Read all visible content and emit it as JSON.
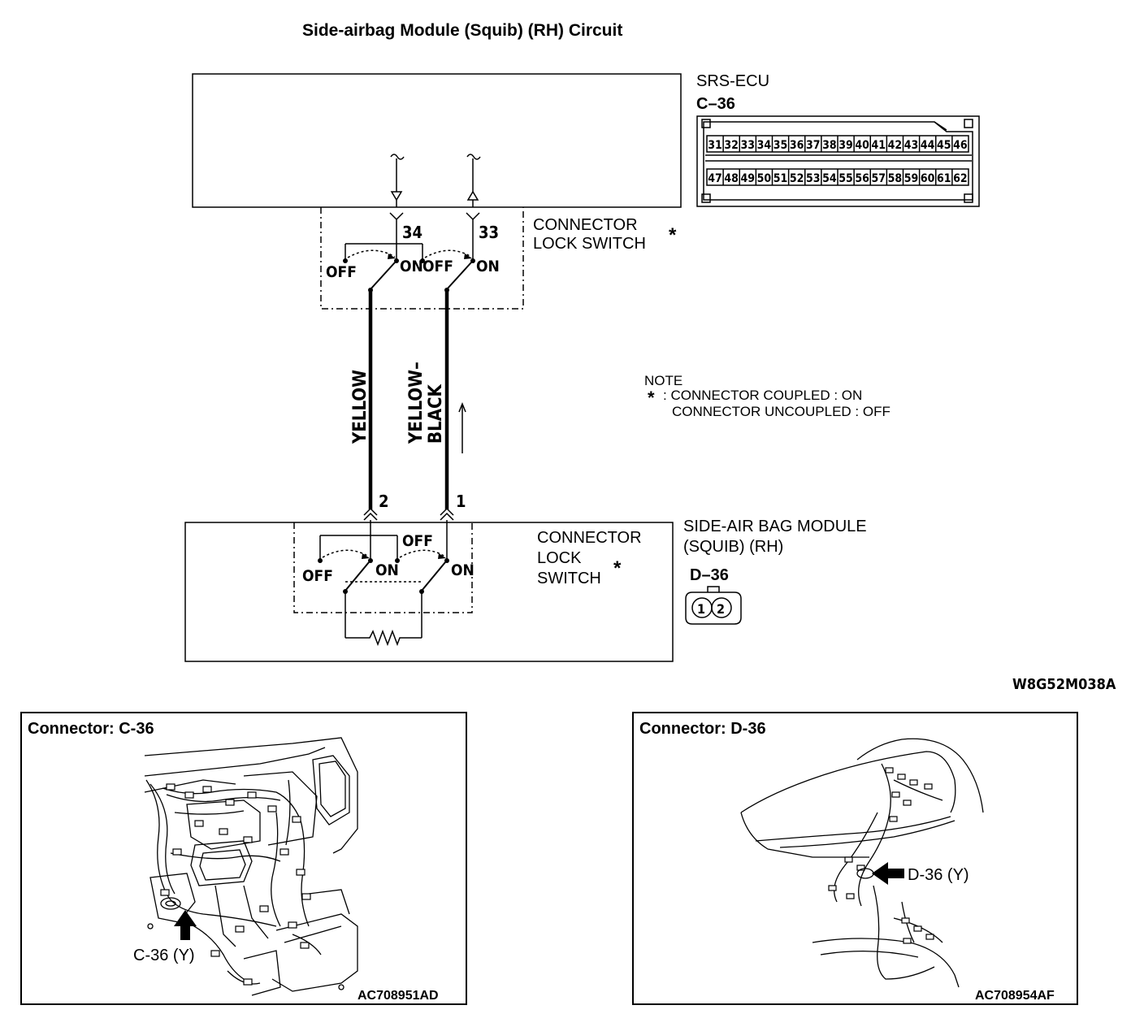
{
  "title": "Side-airbag Module (Squib) (RH) Circuit",
  "ecu": {
    "name": "SRS-ECU",
    "connector": "C–36",
    "pins_top": [
      "31",
      "32",
      "33",
      "34",
      "35",
      "36",
      "37",
      "38",
      "39",
      "40",
      "41",
      "42",
      "43",
      "44",
      "45",
      "46"
    ],
    "pins_bottom": [
      "47",
      "48",
      "49",
      "50",
      "51",
      "52",
      "53",
      "54",
      "55",
      "56",
      "57",
      "58",
      "59",
      "60",
      "61",
      "62"
    ]
  },
  "ecu_switch": {
    "label_line1": "CONNECTOR",
    "label_line2": "LOCK SWITCH",
    "star": "*",
    "pin_a": "34",
    "pin_b": "33",
    "off": "OFF",
    "on": "ON"
  },
  "wires": {
    "left_color": "YELLOW",
    "right_color_line1": "YELLOW–",
    "right_color_line2": "BLACK",
    "left_pin": "2",
    "right_pin": "1"
  },
  "note": {
    "heading": "NOTE",
    "star": "*",
    "line1": ": CONNECTOR COUPLED : ON",
    "line2": "CONNECTOR UNCOUPLED : OFF"
  },
  "module": {
    "name_line1": "SIDE-AIR BAG MODULE",
    "name_line2": "(SQUIB) (RH)",
    "connector": "D–36",
    "pin1": "1",
    "pin2": "2",
    "switch_line1": "CONNECTOR",
    "switch_line2": "LOCK",
    "switch_line3": "SWITCH",
    "star": "*",
    "off": "OFF",
    "on": "ON"
  },
  "diagram_code": "W8G52M038A",
  "panel_left": {
    "heading": "Connector: C-36",
    "callout": "C-36 (Y)",
    "code": "AC708951AD"
  },
  "panel_right": {
    "heading": "Connector: D-36",
    "callout": "D-36 (Y)",
    "code": "AC708954AF"
  }
}
